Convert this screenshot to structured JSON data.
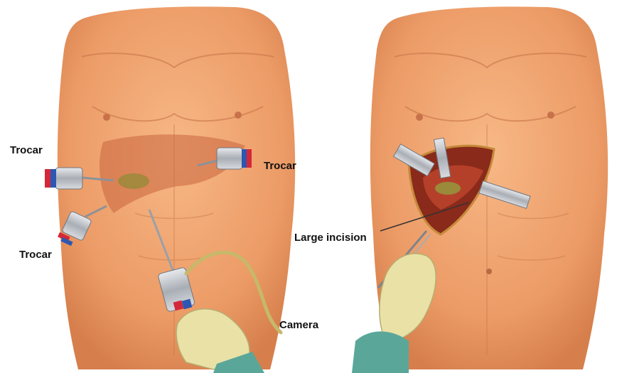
{
  "labels": {
    "trocar_top_left": "Trocar",
    "trocar_right": "Trocar",
    "trocar_bottom_left": "Trocar",
    "camera": "Camera",
    "large_incision": "Large incision"
  },
  "colors": {
    "skin": "#f0a46e",
    "skin_shadow": "#d98352",
    "liver": "#c9653e",
    "gallbladder": "#9a8a3a",
    "glove": "#e9e1a6",
    "gown": "#5aa79a",
    "trocar_metal": "#b8bcc2",
    "trocar_red": "#d4283a",
    "trocar_blue": "#2d57b0"
  },
  "icons": {
    "trocar": "trocar-icon",
    "camera": "laparoscope-camera-icon",
    "forceps": "forceps-icon",
    "retractor": "retractor-icon"
  }
}
